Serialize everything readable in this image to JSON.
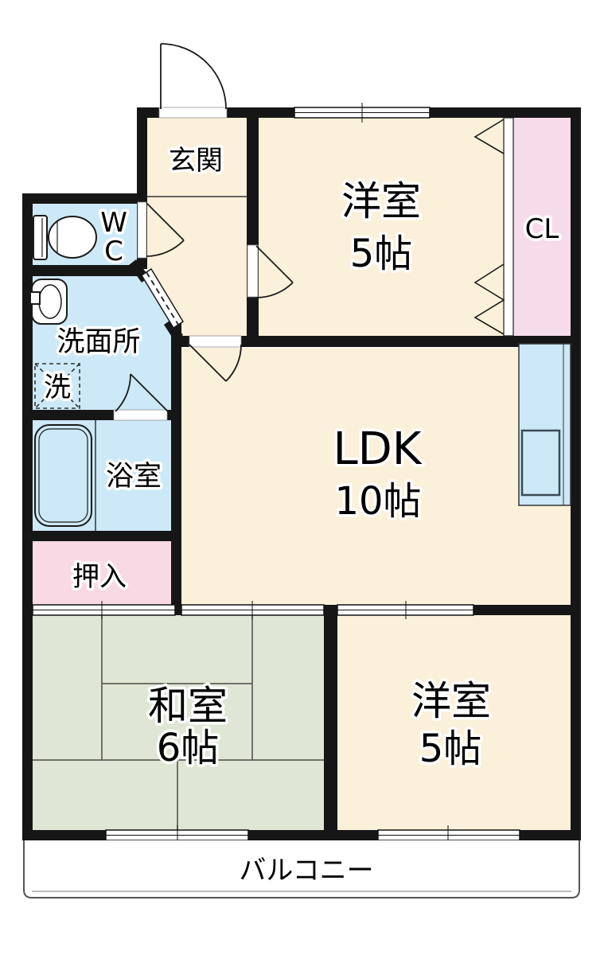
{
  "title": "2LDK apartment floor plan",
  "colors": {
    "wall": "#161616",
    "cream": "#FBF1DA",
    "wet_blue": "#CDE9F7",
    "closet_pink": "#F6DCEB",
    "oshiire_pink": "#F8D9E4",
    "tatami_green": "#E0E6D5",
    "balcony_white": "#FFFFFF"
  },
  "rooms": {
    "genkan": {
      "label": "玄関"
    },
    "wc": {
      "line1": "W",
      "line2": "C"
    },
    "senmenjo": {
      "label": "洗面所"
    },
    "laundry": {
      "label": "洗"
    },
    "bathroom": {
      "label": "浴室"
    },
    "oshiire": {
      "label": "押入"
    },
    "western_top": {
      "label": "洋室",
      "size": "5帖"
    },
    "closet": {
      "label": "CL"
    },
    "ldk": {
      "label": "LDK",
      "size": "10帖"
    },
    "washitsu": {
      "label": "和室",
      "size": "6帖"
    },
    "western_bottom": {
      "label": "洋室",
      "size": "5帖"
    },
    "balcony": {
      "label": "バルコニー"
    }
  }
}
